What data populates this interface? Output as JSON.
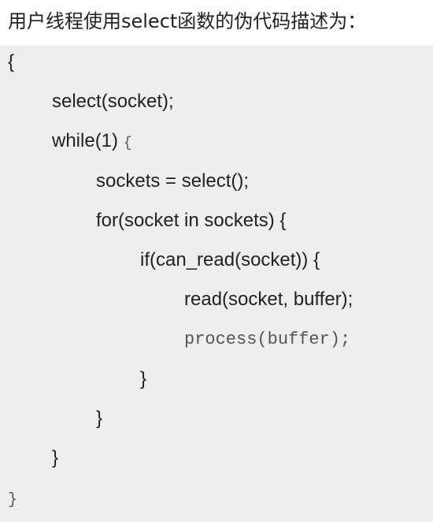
{
  "heading": "用户线程使用select函数的伪代码描述为：",
  "code": {
    "open_brace": "{",
    "select_call": "select(socket);",
    "while_head": "while(1) ",
    "while_brace": "{",
    "sockets_assign": "sockets = select();",
    "for_head": "for(socket in sockets) {",
    "if_head": "if(can_read(socket)) {",
    "read_call": "read(socket, buffer);",
    "process_call": "process(buffer);",
    "if_close": "}",
    "for_close": "}",
    "while_close": "}",
    "close_brace": "}"
  }
}
